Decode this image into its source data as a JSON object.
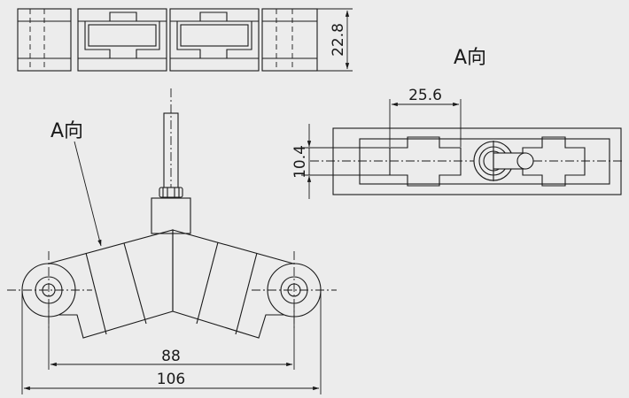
{
  "view_label": "A向",
  "arrow_label": "A向",
  "dimensions": {
    "height_top": "22.8",
    "pitch_right": "25.6",
    "width_right": "10.4",
    "hole_spacing": "88",
    "overall_length": "106"
  }
}
